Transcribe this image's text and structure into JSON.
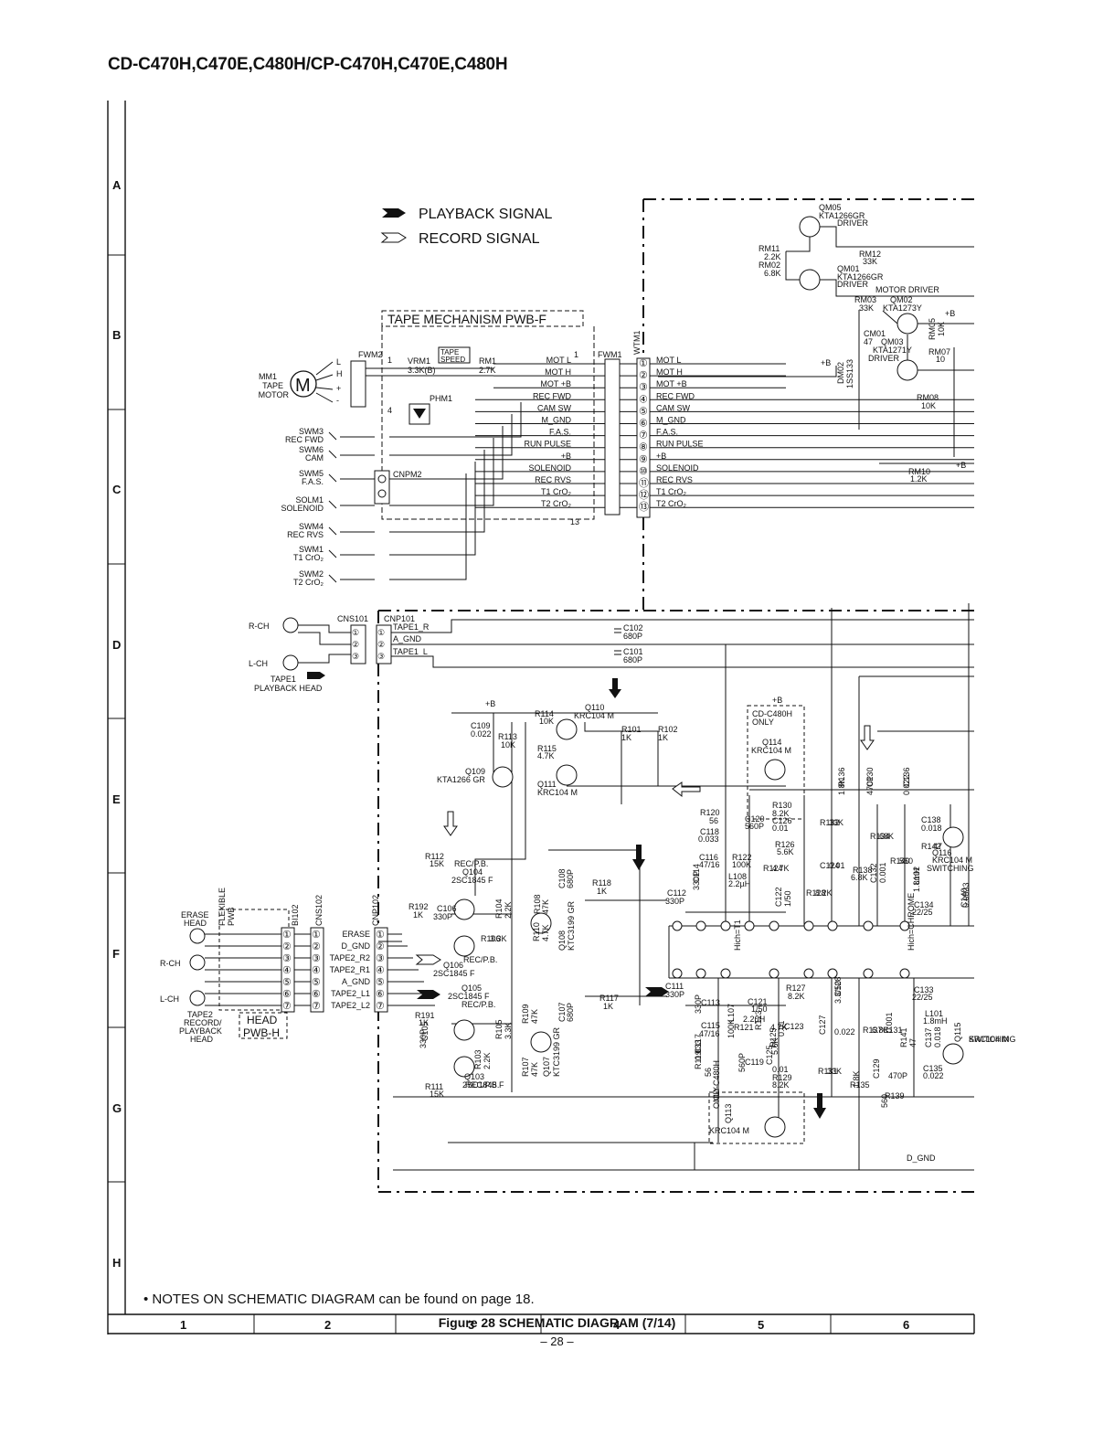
{
  "header": {
    "title": "CD-C470H,C470E,C480H/CP-C470H,C470E,C480H"
  },
  "grid": {
    "rows": [
      "A",
      "B",
      "C",
      "D",
      "E",
      "F",
      "G",
      "H"
    ],
    "cols": [
      "1",
      "2",
      "3",
      "4",
      "5",
      "6"
    ]
  },
  "legend": {
    "playback": "PLAYBACK SIGNAL",
    "record": "RECORD SIGNAL"
  },
  "tape_mech": {
    "title": "TAPE MECHANISM PWB-F",
    "motor": [
      "MM1",
      "TAPE",
      "MOTOR"
    ],
    "motor_symbol": "M",
    "fwm2": "FWM2",
    "fwm1": "FWM1",
    "wtm1": "WTM1",
    "vrm1": [
      "VRM1",
      "3.3K(B)"
    ],
    "tape_speed": [
      "TAPE",
      "SPEED"
    ],
    "rm1": [
      "RM1",
      "2.7K"
    ],
    "phm1": "PHM1",
    "cnpm2": "CNPM2",
    "pin1a": "1",
    "pin4": "4",
    "pin1b": "1",
    "pin13": "13",
    "motor_pins": [
      "L",
      "H",
      "+",
      "-"
    ],
    "switches": [
      {
        "id": "SWM3",
        "name": "REC FWD"
      },
      {
        "id": "SWM6",
        "name": "CAM"
      },
      {
        "id": "SWM5",
        "name": "F.A.S."
      },
      {
        "id": "SOLM1",
        "name": "SOLENOID"
      },
      {
        "id": "SWM4",
        "name": "REC RVS"
      },
      {
        "id": "SWM1",
        "name": "T1 CrO₂"
      },
      {
        "id": "SWM2",
        "name": "T2 CrO₂"
      }
    ],
    "signals": [
      "MOT L",
      "MOT H",
      "MOT +B",
      "REC FWD",
      "CAM SW",
      "M_GND",
      "F.A.S.",
      "RUN PULSE",
      "+B",
      "SOLENOID",
      "REC RVS",
      "T1 CrO₂",
      "T2 CrO₂"
    ],
    "pin_nums": [
      "①",
      "②",
      "③",
      "④",
      "⑤",
      "⑥",
      "⑦",
      "⑧",
      "⑨",
      "⑩",
      "⑪",
      "⑫",
      "⑬"
    ]
  },
  "motor_driver": {
    "qm05": [
      "QM05",
      "KTA1266GR",
      "DRIVER"
    ],
    "rm11": [
      "RM11",
      "2.2K"
    ],
    "rm02": [
      "RM02",
      "6.8K"
    ],
    "rm12": [
      "RM12",
      "33K"
    ],
    "qm01": [
      "QM01",
      "KTA1266GR",
      "DRIVER"
    ],
    "motor_driver_label": "MOTOR DRIVER",
    "rm03": [
      "RM03",
      "33K"
    ],
    "qm02": [
      "QM02",
      "KTA1273Y"
    ],
    "cm01": [
      "CM01",
      "47"
    ],
    "qm03": [
      "QM03",
      "KTA1271Y",
      "DRIVER"
    ],
    "rm05": [
      "RM05",
      "10K"
    ],
    "rm07": [
      "RM07",
      "10"
    ],
    "dm02": [
      "DM02",
      "1SS133"
    ],
    "rm08": [
      "RM08",
      "10K"
    ],
    "rm10": [
      "RM10",
      "1.2K"
    ],
    "plus_b": "+B"
  },
  "playback_head": {
    "rch": "R-CH",
    "lch": "L-CH",
    "head": [
      "TAPE1",
      "PLAYBACK HEAD"
    ],
    "cns101": "CNS101",
    "cnp101": "CNP101",
    "signals": [
      "TAPE1_R",
      "A_GND",
      "TAPE1_L"
    ],
    "pins": [
      "①",
      "②",
      "③"
    ],
    "c102": [
      "C102",
      "680P"
    ],
    "c101": [
      "C101",
      "680P"
    ]
  },
  "record_head": {
    "erase_head": [
      "ERASE",
      "HEAD"
    ],
    "flexible": [
      "FLEXIBLE",
      "PWB"
    ],
    "bi102": "BI102",
    "cns102": "CNS102",
    "cnp102": "CNP102",
    "rch": "R-CH",
    "lch": "L-CH",
    "head": [
      "TAPE2",
      "RECORD/",
      "PLAYBACK",
      "HEAD"
    ],
    "head_pwb": [
      "HEAD",
      "PWB-H"
    ],
    "signals": [
      "ERASE",
      "D_GND",
      "TAPE2_R2",
      "TAPE2_R1",
      "A_GND",
      "TAPE2_L1",
      "TAPE2_L2"
    ],
    "pins": [
      "①",
      "②",
      "③",
      "④",
      "⑤",
      "⑥",
      "⑦"
    ]
  },
  "amp": {
    "labels": [
      {
        "t": "+B"
      },
      {
        "t": "C109"
      },
      {
        "t": "0.022"
      },
      {
        "t": "R114"
      },
      {
        "t": "10K"
      },
      {
        "t": "Q110"
      },
      {
        "t": "KRC104 M"
      },
      {
        "t": "R113"
      },
      {
        "t": "10K"
      },
      {
        "t": "R115"
      },
      {
        "t": "4.7K"
      },
      {
        "t": "R101"
      },
      {
        "t": "1K"
      },
      {
        "t": "R102"
      },
      {
        "t": "1K"
      },
      {
        "t": "Q109"
      },
      {
        "t": "KTA1266 GR"
      },
      {
        "t": "Q111"
      },
      {
        "t": "KRC104 M"
      },
      {
        "t": "R112"
      },
      {
        "t": "15K"
      },
      {
        "t": "REC/P.B."
      },
      {
        "t": "Q104"
      },
      {
        "t": "2SC1845 F"
      },
      {
        "t": "R192"
      },
      {
        "t": "1K"
      },
      {
        "t": "C106"
      },
      {
        "t": "330P"
      },
      {
        "t": "R104"
      },
      {
        "t": "2.2K"
      },
      {
        "t": "R108"
      },
      {
        "t": "47K"
      },
      {
        "t": "C108"
      },
      {
        "t": "680P"
      },
      {
        "t": "R106"
      },
      {
        "t": "3.3K"
      },
      {
        "t": "R110"
      },
      {
        "t": "4.7K"
      },
      {
        "t": "Q108"
      },
      {
        "t": "KTC3199 GR"
      },
      {
        "t": "REC/P.B."
      },
      {
        "t": "Q106"
      },
      {
        "t": "2SC1845 F"
      },
      {
        "t": "Q105"
      },
      {
        "t": "2SC1845 F"
      },
      {
        "t": "REC/P.B."
      },
      {
        "t": "R191"
      },
      {
        "t": "1K"
      },
      {
        "t": "C105"
      },
      {
        "t": "330P"
      },
      {
        "t": "R105"
      },
      {
        "t": "3.3K"
      },
      {
        "t": "R109"
      },
      {
        "t": "47K"
      },
      {
        "t": "C107"
      },
      {
        "t": "680P"
      },
      {
        "t": "R103"
      },
      {
        "t": "2.2K"
      },
      {
        "t": "R107"
      },
      {
        "t": "47K"
      },
      {
        "t": "Q107"
      },
      {
        "t": "KTC3199 GR"
      },
      {
        "t": "Q103"
      },
      {
        "t": "2SC1845 F"
      },
      {
        "t": "R111"
      },
      {
        "t": "15K"
      },
      {
        "t": "REC/P.B."
      },
      {
        "t": "R118"
      },
      {
        "t": "1K"
      },
      {
        "t": "R117"
      },
      {
        "t": "1K"
      },
      {
        "t": "C112"
      },
      {
        "t": "330P"
      },
      {
        "t": "C111"
      },
      {
        "t": "330P"
      },
      {
        "t": "+B"
      },
      {
        "t": "CD-C480H"
      },
      {
        "t": "ONLY"
      },
      {
        "t": "Q114"
      },
      {
        "t": "KRC104 M"
      },
      {
        "t": "R120"
      },
      {
        "t": "56"
      },
      {
        "t": "C118"
      },
      {
        "t": "0.033"
      },
      {
        "t": "C120"
      },
      {
        "t": "560P"
      },
      {
        "t": "R130"
      },
      {
        "t": "8.2K"
      },
      {
        "t": "C126"
      },
      {
        "t": "0.01"
      },
      {
        "t": "R132"
      },
      {
        "t": "33K"
      },
      {
        "t": "R126"
      },
      {
        "t": "5.6K"
      },
      {
        "t": "C116"
      },
      {
        "t": "47/16"
      },
      {
        "t": "R122"
      },
      {
        "t": "100K"
      },
      {
        "t": "R124"
      },
      {
        "t": "4.7K"
      },
      {
        "t": "C124"
      },
      {
        "t": "0.01"
      },
      {
        "t": "C114"
      },
      {
        "t": "330P"
      },
      {
        "t": "L108"
      },
      {
        "t": "2.2µH"
      },
      {
        "t": "C122"
      },
      {
        "t": "1/50"
      },
      {
        "t": "R128"
      },
      {
        "t": "8.2K"
      },
      {
        "t": "R136"
      },
      {
        "t": "1.8K"
      },
      {
        "t": "C130"
      },
      {
        "t": "470P"
      },
      {
        "t": "C136"
      },
      {
        "t": "0.022"
      },
      {
        "t": "C138"
      },
      {
        "t": "0.018"
      },
      {
        "t": "R142"
      },
      {
        "t": "47"
      },
      {
        "t": "Q116"
      },
      {
        "t": "KRC104 M"
      },
      {
        "t": "SWITCHING"
      },
      {
        "t": "R134"
      },
      {
        "t": "68K"
      },
      {
        "t": "R140"
      },
      {
        "t": "560"
      },
      {
        "t": "R138"
      },
      {
        "t": "6.8K"
      },
      {
        "t": "C132"
      },
      {
        "t": "0.001"
      },
      {
        "t": "L102"
      },
      {
        "t": "1.8mH"
      },
      {
        "t": "C140"
      },
      {
        "t": "0.0033"
      },
      {
        "t": "C134"
      },
      {
        "t": "22/25"
      },
      {
        "t": "Hich=T1"
      },
      {
        "t": "Hich=CHROME"
      },
      {
        "t": "R127"
      },
      {
        "t": "8.2K"
      },
      {
        "t": "C128"
      },
      {
        "t": "3.3/50"
      },
      {
        "t": "C133"
      },
      {
        "t": "22/25"
      },
      {
        "t": "L101"
      },
      {
        "t": "1.8mH"
      },
      {
        "t": "C113"
      },
      {
        "t": "330P"
      },
      {
        "t": "L107"
      },
      {
        "t": "2.2µH"
      },
      {
        "t": "C121"
      },
      {
        "t": "1/50"
      },
      {
        "t": "C115"
      },
      {
        "t": "47/16"
      },
      {
        "t": "R121"
      },
      {
        "t": "100K"
      },
      {
        "t": "R123"
      },
      {
        "t": "4.7K"
      },
      {
        "t": "C123"
      },
      {
        "t": "0.01"
      },
      {
        "t": "C127"
      },
      {
        "t": "0.022"
      },
      {
        "t": "R137"
      },
      {
        "t": "6.8K"
      },
      {
        "t": "C131"
      },
      {
        "t": "0.001"
      },
      {
        "t": "R141"
      },
      {
        "t": "47"
      },
      {
        "t": "C137"
      },
      {
        "t": "0.018"
      },
      {
        "t": "Q115"
      },
      {
        "t": "KRC104 M"
      },
      {
        "t": "SWITCHING"
      },
      {
        "t": "R125"
      },
      {
        "t": "5.6K"
      },
      {
        "t": "C117"
      },
      {
        "t": "0.033"
      },
      {
        "t": "R119"
      },
      {
        "t": "56"
      },
      {
        "t": "C119"
      },
      {
        "t": "560P"
      },
      {
        "t": "C125"
      },
      {
        "t": "0.01"
      },
      {
        "t": "R129"
      },
      {
        "t": "8.2K"
      },
      {
        "t": "R131"
      },
      {
        "t": "33K"
      },
      {
        "t": "R135"
      },
      {
        "t": "1.8K"
      },
      {
        "t": "C129"
      },
      {
        "t": "470P"
      },
      {
        "t": "C135"
      },
      {
        "t": "0.022"
      },
      {
        "t": "R139"
      },
      {
        "t": "560"
      },
      {
        "t": "CD-C480H"
      },
      {
        "t": "ONLY"
      },
      {
        "t": "Q113"
      },
      {
        "t": "KRC104 M"
      },
      {
        "t": "D_GND"
      }
    ]
  },
  "notes": "• NOTES ON SCHEMATIC DIAGRAM can be found on page 18.",
  "figure_caption": "Figure 28 SCHEMATIC DIAGRAM (7/14)",
  "page_number": "– 28 –"
}
